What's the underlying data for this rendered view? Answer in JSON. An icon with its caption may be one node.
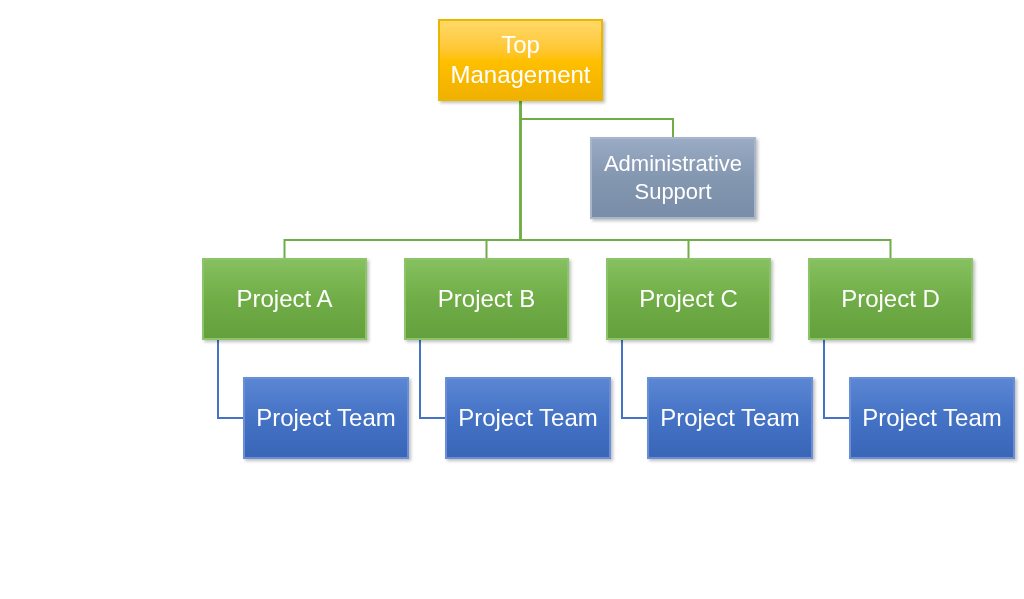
{
  "diagram": {
    "nodes": [
      {
        "text": [
          "Top Management"
        ]
      },
      {
        "text": [
          "Administrative Support"
        ]
      },
      {
        "text": [
          "Project A"
        ]
      },
      {
        "text": [
          "Project B"
        ]
      },
      {
        "text": [
          "Project C"
        ]
      },
      {
        "text": [
          "Project D"
        ]
      },
      {
        "text": [
          "Project Team"
        ]
      },
      {
        "text": [
          "Project Team"
        ]
      },
      {
        "text": [
          "Project Team"
        ]
      },
      {
        "text": [
          "Project Team"
        ]
      }
    ],
    "edges": [
      {
        "from": 0,
        "to": 1,
        "arrow": "none"
      },
      {
        "from": 0,
        "to": 2,
        "arrow": "none"
      },
      {
        "from": 0,
        "to": 3,
        "arrow": "none"
      },
      {
        "from": 0,
        "to": 4,
        "arrow": "none"
      },
      {
        "from": 0,
        "to": 5,
        "arrow": "none"
      },
      {
        "from": 2,
        "to": 6,
        "arrow": "none",
        "color": "#4472c4"
      },
      {
        "from": 3,
        "to": 7,
        "arrow": "none",
        "color": "#4472c4"
      },
      {
        "from": 4,
        "to": 8,
        "arrow": "none",
        "color": "#4472c4"
      },
      {
        "from": 5,
        "to": 9,
        "arrow": "none",
        "color": "#4472c4"
      }
    ]
  }
}
